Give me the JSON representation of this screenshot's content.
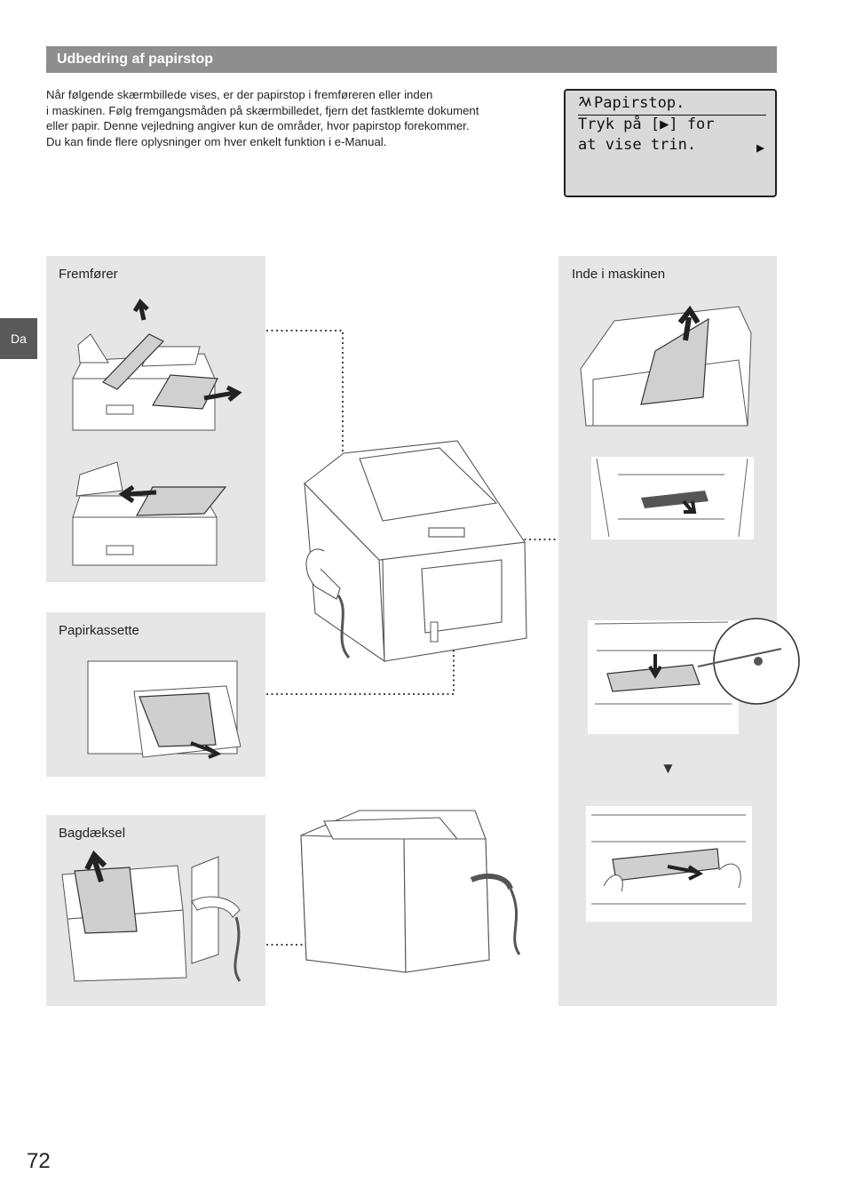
{
  "section": {
    "title": "Udbedring af papirstop"
  },
  "intro": {
    "lines": [
      "Når følgende skærmbillede vises, er der papirstop i fremføreren eller inden",
      "i maskinen. Følg fremgangsmåden på skærmbilledet, fjern det fastklemte dokument",
      "eller papir. Denne vejledning angiver kun de områder, hvor papirstop forekommer.",
      "Du kan finde flere oplysninger om hver enkelt funktion i e-Manual."
    ]
  },
  "lcd": {
    "icon": "paper-jam-icon",
    "line1": "Papirstop.",
    "line2": "Tryk på [▶] for",
    "line3": "at vise trin.",
    "arrow": "▶"
  },
  "language_tab": "Da",
  "panels": {
    "feeder": "Fremfører",
    "inside": "Inde i maskinen",
    "cassette": "Papirkassette",
    "back_cover": "Bagdæksel"
  },
  "next_step_mark": "▼",
  "page_number": "72",
  "colors": {
    "section_bar": "#8f8e8e",
    "panel_bg": "#e6e6e6",
    "lang_tab": "#595959",
    "lcd_bg": "#d9d9d9"
  }
}
